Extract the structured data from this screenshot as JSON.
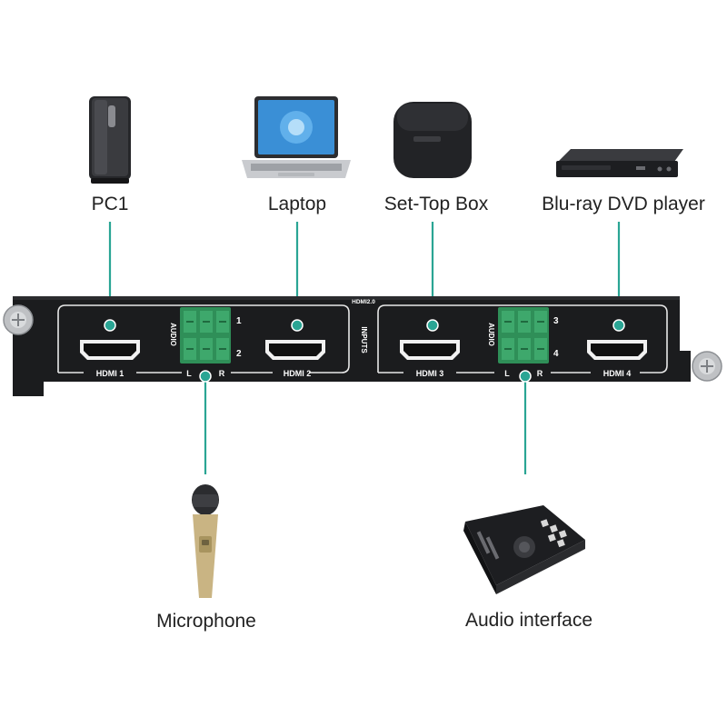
{
  "devices": {
    "pc1": "PC1",
    "laptop": "Laptop",
    "settop": "Set-Top Box",
    "bluray": "Blu-ray DVD player",
    "microphone": "Microphone",
    "audio_interface": "Audio interface"
  },
  "panel": {
    "ports": {
      "hdmi1": "HDMI 1",
      "hdmi2": "HDMI 2",
      "hdmi3": "HDMI 3",
      "hdmi4": "HDMI 4"
    },
    "audio_label": "AUDIO",
    "inputs_label": "INPUTS",
    "version_label": "HDMI2.0",
    "left": "L",
    "right": "R",
    "ch1": "1",
    "ch2": "2",
    "ch3": "3",
    "ch4": "4"
  },
  "colors": {
    "connector_line": "#2aa594",
    "panel_body": "#1b1c1e",
    "terminal_green": "#2f8f58"
  }
}
